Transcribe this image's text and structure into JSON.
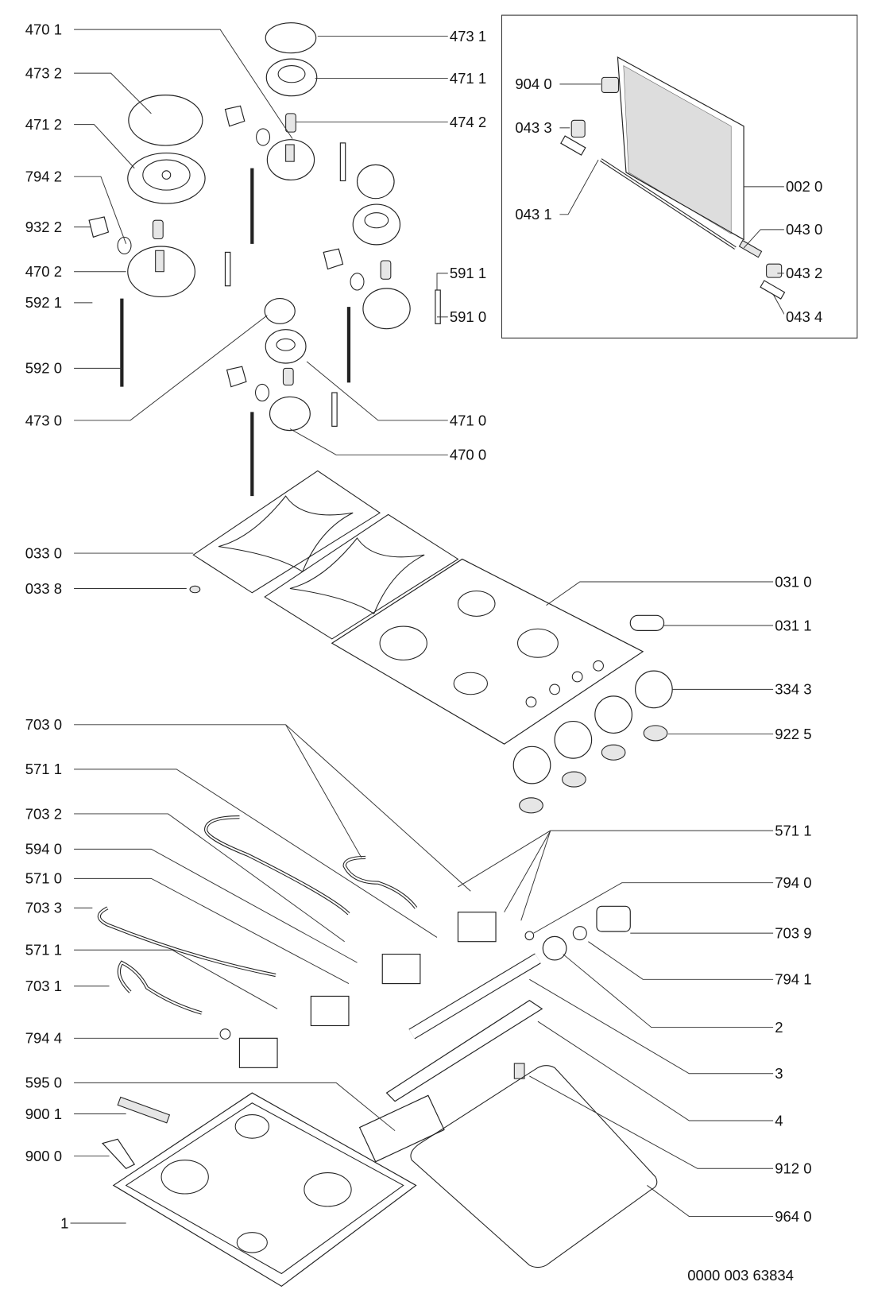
{
  "diagram": {
    "part_labels": [
      "470 1",
      "473 2",
      "471 2",
      "794 2",
      "932 2",
      "470 2",
      "592 1",
      "592 0",
      "473 0",
      "033 0",
      "033 8",
      "703 0",
      "571 1",
      "703 2",
      "594 0",
      "571 0",
      "703 3",
      "571 1",
      "703 1",
      "794 4",
      "595 0",
      "900 1",
      "900 0",
      "1",
      "473 1",
      "471 1",
      "474 2",
      "591 1",
      "591 0",
      "471 0",
      "470 0",
      "031 0",
      "031 1",
      "334 3",
      "922 5",
      "571 1",
      "794 0",
      "703 9",
      "794 1",
      "2",
      "3",
      "4",
      "912 0",
      "964 0"
    ],
    "inset_labels": [
      "904 0",
      "043 3",
      "043 1",
      "002 0",
      "043 0",
      "043 2",
      "043 4"
    ],
    "document_number": "0000 003 63834"
  }
}
